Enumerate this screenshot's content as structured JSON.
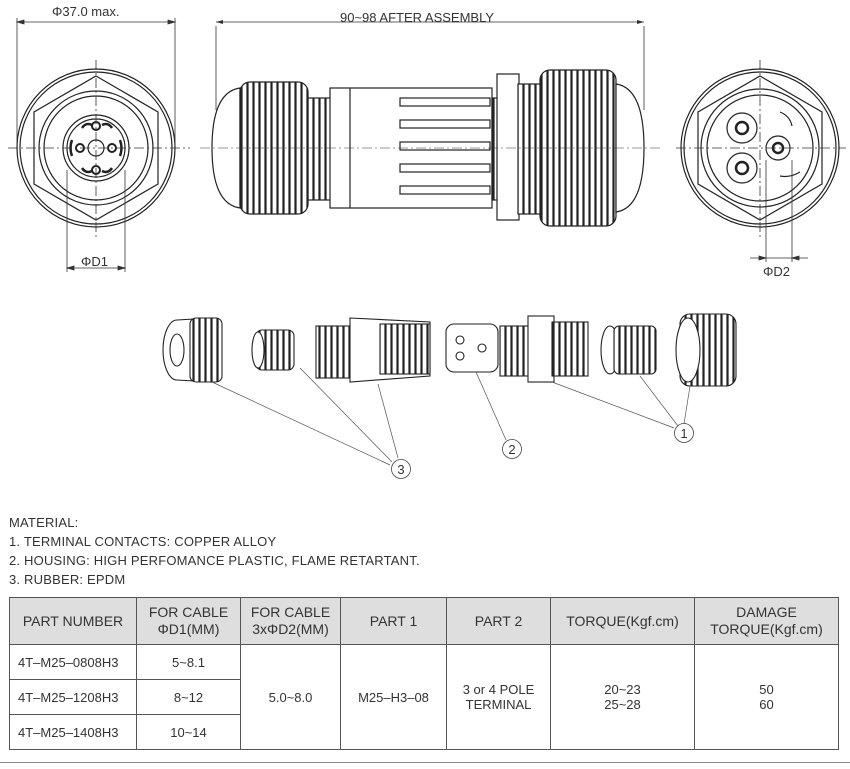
{
  "drawing": {
    "dim_outer_diameter": "Φ37.0 max.",
    "dim_length": "90~98 AFTER ASSEMBLY",
    "dim_d1": "ΦD1",
    "dim_d2": "ΦD2",
    "callouts": [
      "1",
      "2",
      "3"
    ]
  },
  "material": {
    "heading": "MATERIAL:",
    "items": [
      "1. TERMINAL CONTACTS: COPPER ALLOY",
      "2. HOUSING: HIGH PERFOMANCE PLASTIC, FLAME RETARTANT.",
      "3. RUBBER: EPDM"
    ]
  },
  "table": {
    "headers": [
      "PART NUMBER",
      "FOR CABLE\nΦD1(MM)",
      "FOR CABLE\n3xΦD2(MM)",
      "PART 1",
      "PART 2",
      "TORQUE(Kgf.cm)",
      "DAMAGE\nTORQUE(Kgf.cm)"
    ],
    "rows": [
      {
        "part_number": "4T–M25–0808H3",
        "d1": "5~8.1"
      },
      {
        "part_number": "4T–M25–1208H3",
        "d1": "8~12"
      },
      {
        "part_number": "4T–M25–1408H3",
        "d1": "10~14"
      }
    ],
    "d2": "5.0~8.0",
    "part1": "M25–H3–08",
    "part2": "3 or 4 POLE\nTERMINAL",
    "torque": "20~23\n25~28",
    "damage_torque": "50\n60"
  }
}
